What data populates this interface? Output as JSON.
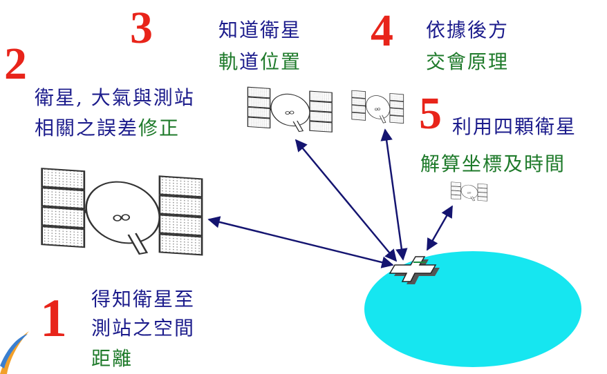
{
  "steps": [
    {
      "number": "2",
      "line1_a": "衛星, 大氣與測站",
      "line2_a": "相關之誤差",
      "line2_b": "修正"
    },
    {
      "number": "3",
      "line1": "知道衛星",
      "line2_a": "軌",
      "line2_b": "道",
      "line2_c": "位置"
    },
    {
      "number": "4",
      "line1": "依據後方",
      "line2": "交會原理"
    },
    {
      "number": "5",
      "line1": "利用四顆衛星",
      "line2": "解算坐標及時間"
    },
    {
      "number": "1",
      "line1": "得知衛星至",
      "line2": "測站之空間",
      "line3": "距離"
    }
  ],
  "colors": {
    "number_red": "#e8241a",
    "text_blue": "#1c1c8c",
    "text_green": "#1e7a2a",
    "earth_cyan": "#16e6f0",
    "arrow_navy": "#141470"
  },
  "icons": [
    "satellite-icon",
    "ground-station-icon",
    "earth-ellipse",
    "logo-swoosh"
  ]
}
